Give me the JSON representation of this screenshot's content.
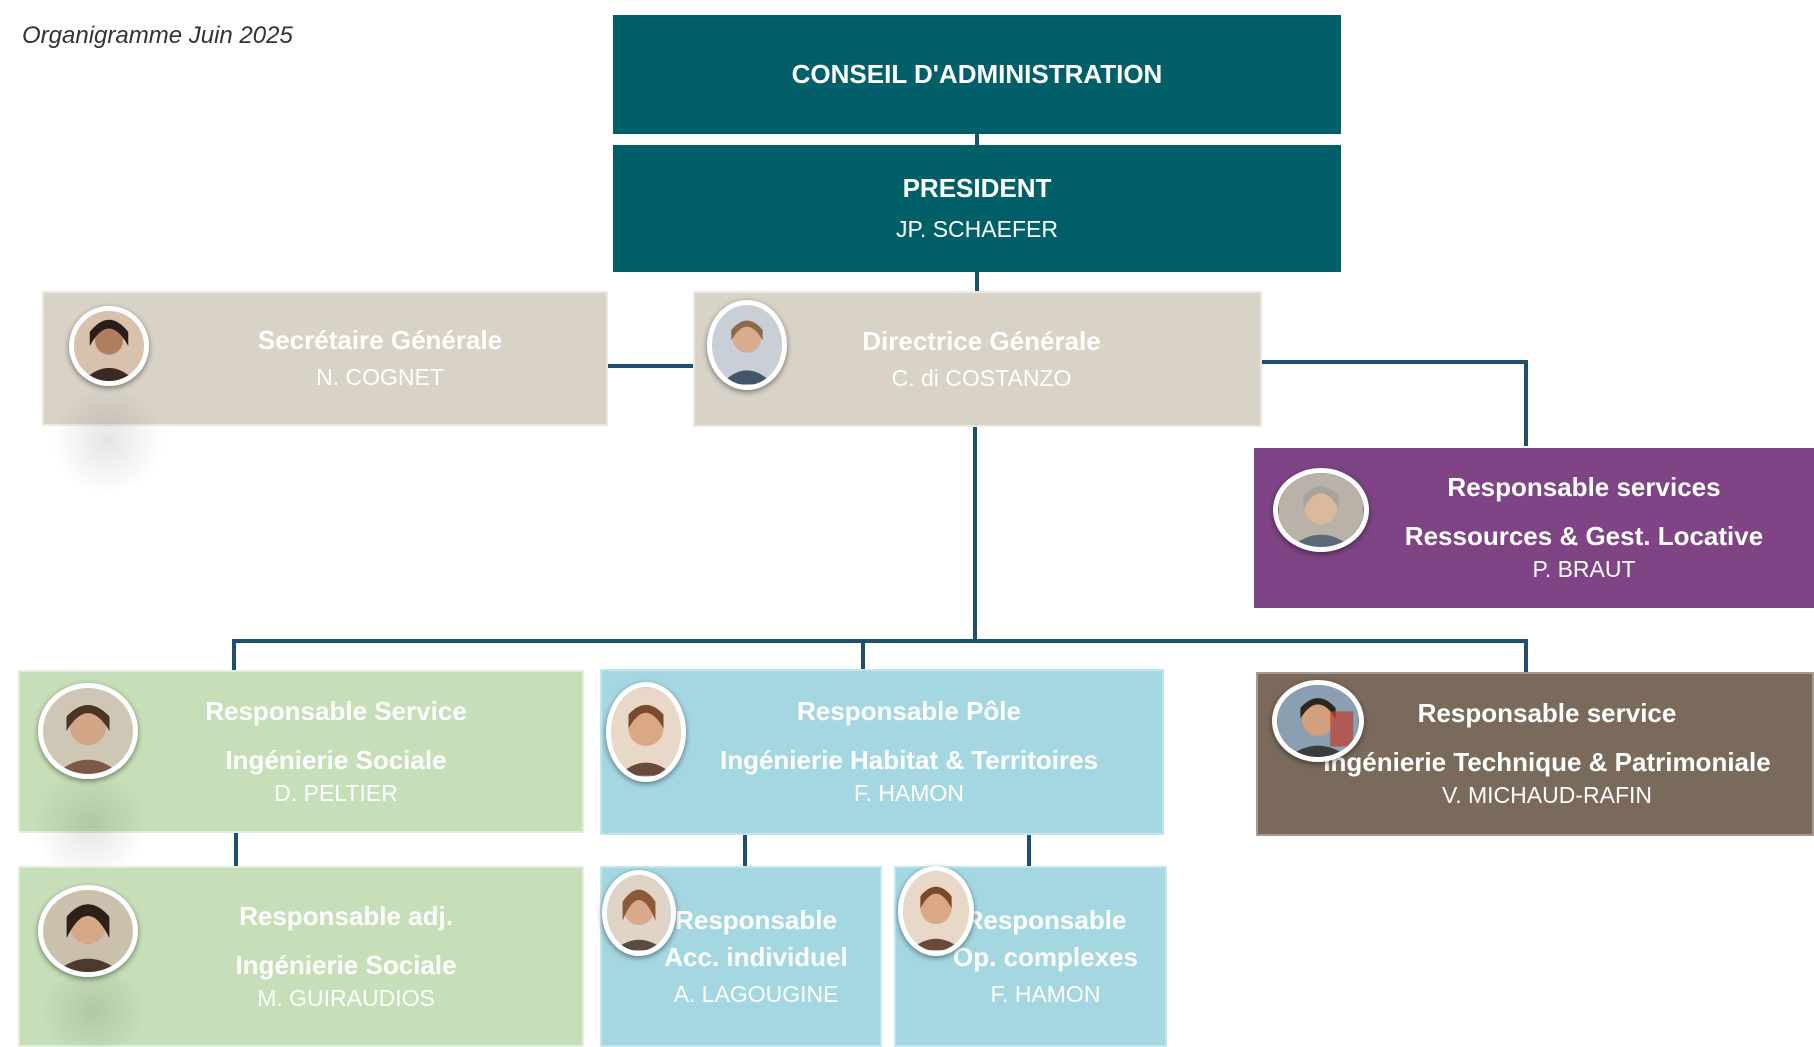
{
  "caption": "Organigramme Juin 2025",
  "colors": {
    "teal": "#005f69",
    "beige": "#d8d2c7",
    "purple": "#7e4485",
    "green": "#c6dfb8",
    "blue": "#a5d7e2",
    "brown": "#7a6a5c",
    "connector": "#1f4e6e"
  },
  "conseil": {
    "title": "CONSEIL D'ADMINISTRATION"
  },
  "president": {
    "role": "PRESIDENT",
    "name": "JP. SCHAEFER"
  },
  "secretaire": {
    "role": "Secrétaire Générale",
    "name": "N. COGNET",
    "photo": "portrait-photo"
  },
  "directrice": {
    "role": "Directrice Générale",
    "name": "C. di COSTANZO",
    "photo": "portrait-photo"
  },
  "ressources": {
    "role": "Responsable  services",
    "dept": "Ressources & Gest. Locative",
    "name": "P. BRAUT",
    "photo": "portrait-photo"
  },
  "sociale": {
    "role": "Responsable  Service",
    "dept": "Ingénierie Sociale",
    "name": "D. PELTIER",
    "photo": "portrait-photo"
  },
  "habitat": {
    "role": "Responsable  Pôle",
    "dept": "Ingénierie Habitat  & Territoires",
    "name": "F. HAMON",
    "photo": "portrait-photo"
  },
  "technique": {
    "role": "Responsable  service",
    "dept": "Ingénierie Technique  & Patrimoniale",
    "name": "V. MICHAUD-RAFIN",
    "photo": "portrait-photo"
  },
  "sociale_adj": {
    "role": "Responsable  adj.",
    "dept": "Ingénierie Sociale",
    "name": "M. GUIRAUDIOS",
    "photo": "portrait-photo"
  },
  "individuel": {
    "role": "Responsable",
    "dept": "Acc. individuel",
    "name": "A. LAGOUGINE",
    "photo": "portrait-photo"
  },
  "complexes": {
    "role": "Responsable",
    "dept": "Op. complexes",
    "name": "F. HAMON",
    "photo": "portrait-photo"
  }
}
